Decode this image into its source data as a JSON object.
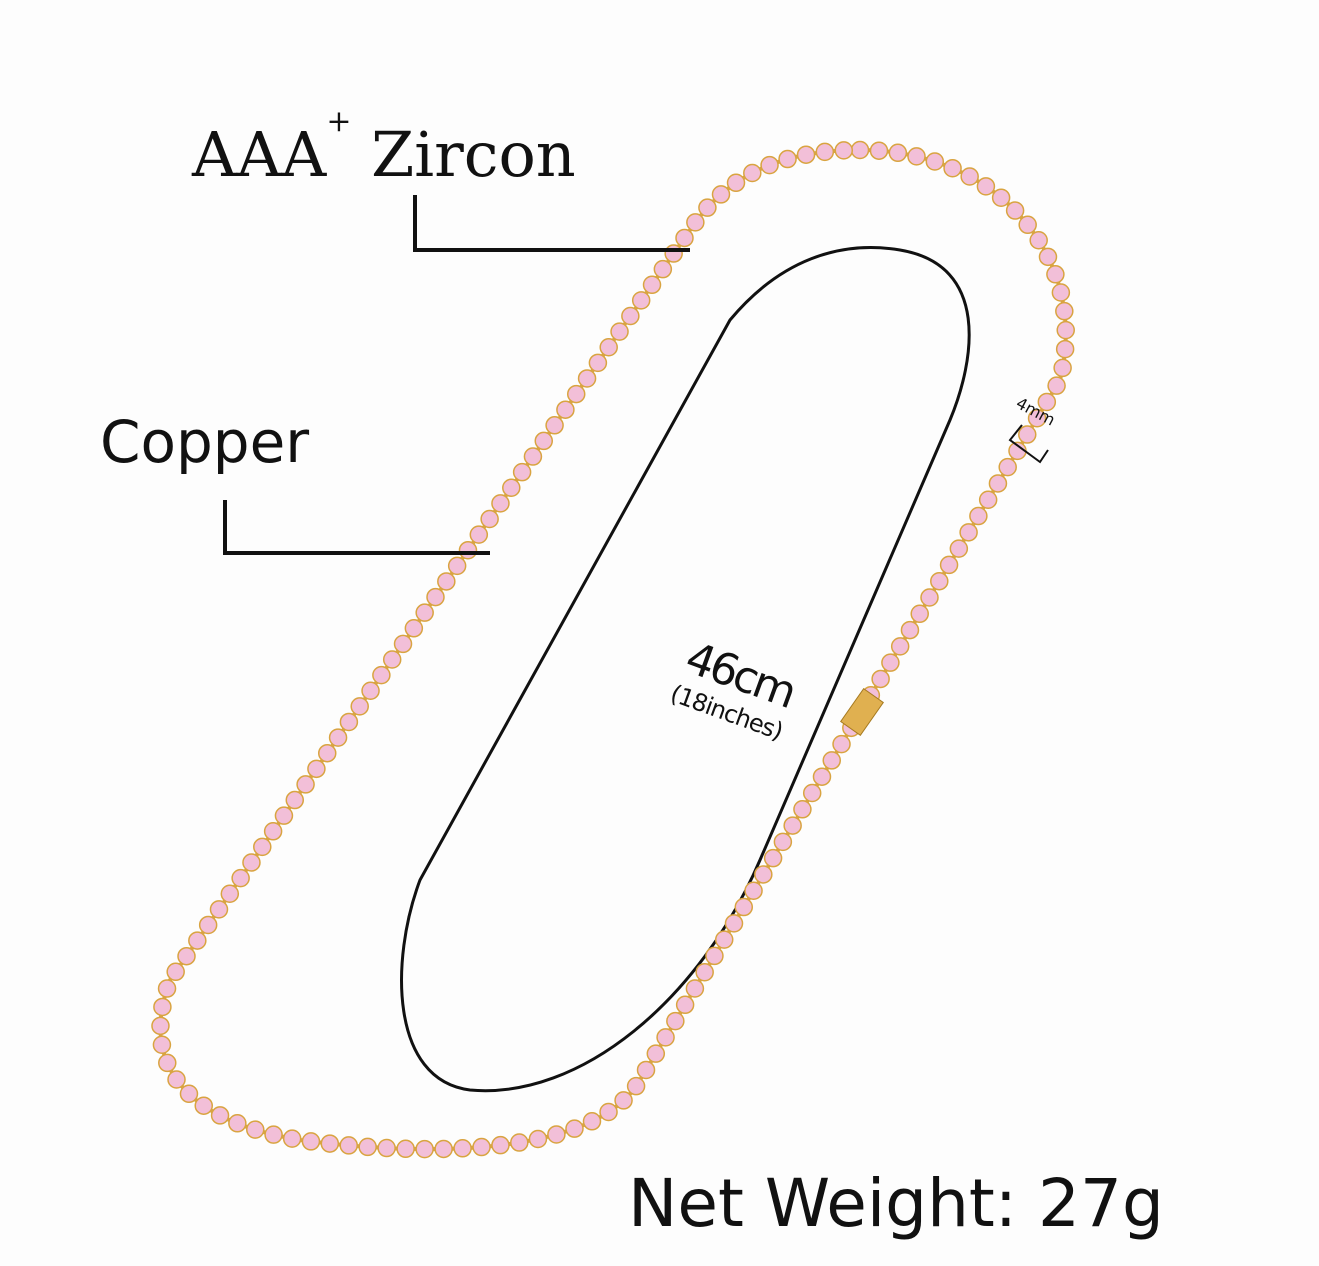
{
  "labels": {
    "zircon_main": "AAA",
    "zircon_sup": "+",
    "zircon_rest": " Zircon",
    "copper": "Copper",
    "length_cm": "46cm",
    "length_in": "(18inches)",
    "width": "4mm",
    "net_weight": "Net Weight: 27g"
  },
  "colors": {
    "stone": "#f2bfd8",
    "gold": "#d9a441",
    "line": "#111111"
  }
}
